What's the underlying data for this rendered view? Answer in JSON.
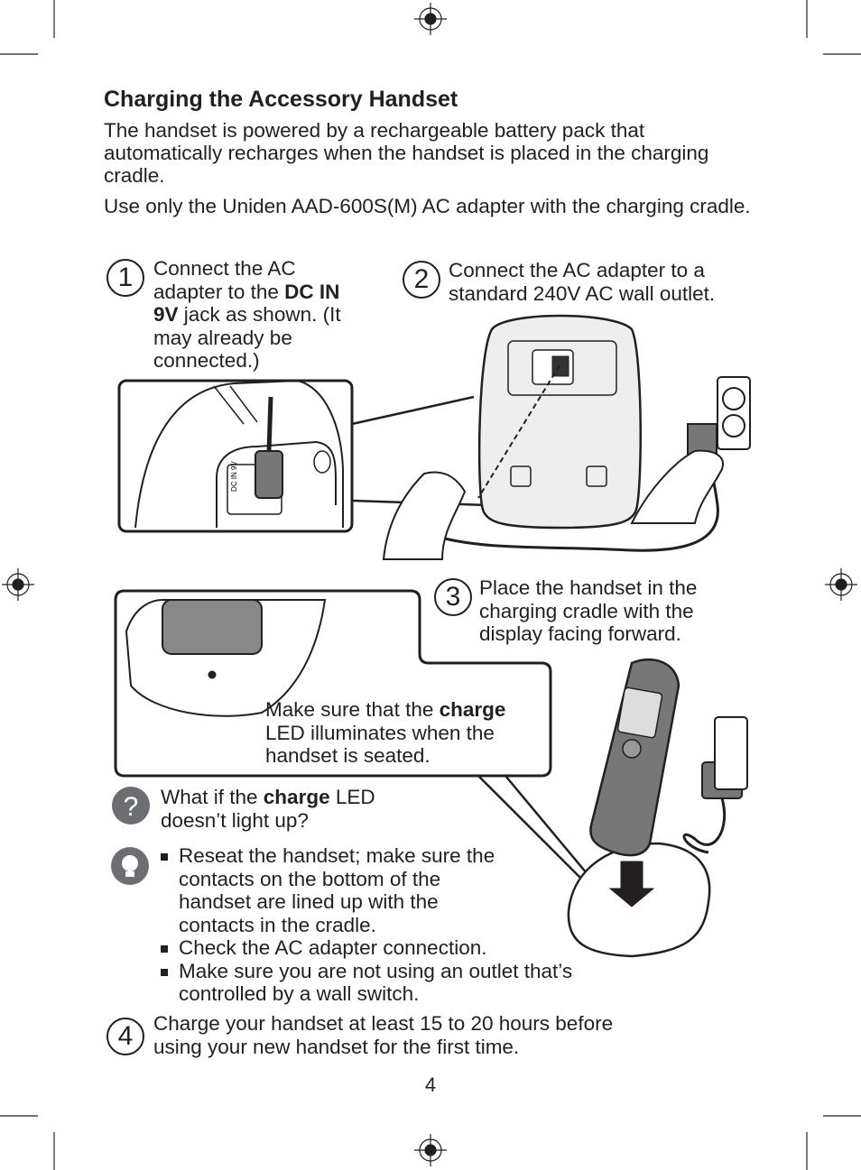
{
  "heading": "Charging the Accessory Handset",
  "intro": [
    "The handset is powered by a rechargeable battery pack that automatically recharges when the handset is placed in the charging cradle.",
    "Use only the Uniden AAD-600S(M) AC adapter with the charging cradle."
  ],
  "steps": [
    {
      "num": "1",
      "pre": "Connect the AC adapter to the ",
      "bold": "DC IN 9V",
      "post": " jack as shown. (It may already be connected.)"
    },
    {
      "num": "2",
      "text": "Connect the AC adapter to a standard 240V AC wall outlet."
    },
    {
      "num": "3",
      "text": "Place the handset in the charging cradle with the display facing forward."
    },
    {
      "num": "4",
      "text": "Charge your handset at least 15 to 20 hours before using your new handset for the first time."
    }
  ],
  "callout": {
    "pre": "Make sure that the ",
    "bold": "charge",
    "post": " LED illuminates when the handset is seated."
  },
  "faq": {
    "pre": "What if the ",
    "bold": "charge",
    "post": " LED doesn’t light up?"
  },
  "tips": [
    "Reseat the handset; make sure the contacts on the bottom of the handset are lined up with the contacts in the cradle.",
    "Check the AC adapter connection.",
    "Make sure you are not using an outlet that’s controlled by a wall switch."
  ],
  "jack_label": "DC IN 9V",
  "page_number": "4",
  "icons": {
    "question": "question-icon",
    "tip": "lightbulb-icon",
    "registration": "registration-mark-icon"
  }
}
